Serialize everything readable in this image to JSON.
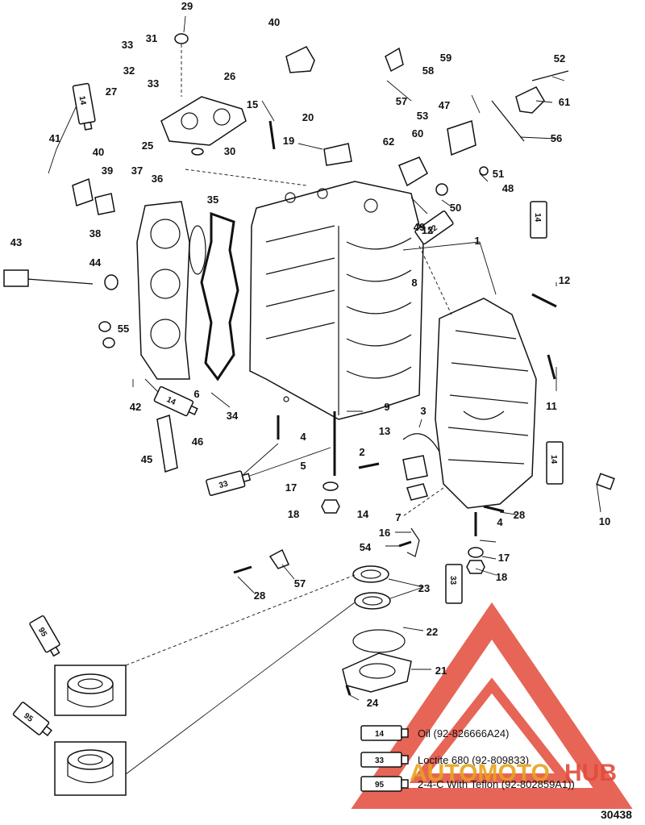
{
  "figure_number": "30438",
  "callouts": [
    "29",
    "40",
    "33",
    "31",
    "32",
    "33",
    "26",
    "27",
    "15",
    "20",
    "59",
    "52",
    "58",
    "57",
    "47",
    "53",
    "61",
    "60",
    "25",
    "30",
    "19",
    "56",
    "62",
    "41",
    "40",
    "39",
    "37",
    "36",
    "38",
    "51",
    "48",
    "35",
    "49",
    "50",
    "43",
    "44",
    "1",
    "12",
    "8",
    "12",
    "55",
    "42",
    "6",
    "34",
    "11",
    "9",
    "3",
    "4",
    "5",
    "13",
    "2",
    "46",
    "45",
    "17",
    "18",
    "14",
    "7",
    "28",
    "10",
    "16",
    "4",
    "54",
    "17",
    "18",
    "57",
    "28",
    "23",
    "22",
    "21",
    "24"
  ],
  "tube_labels": [
    "14",
    "14",
    "12",
    "14",
    "14",
    "33",
    "33",
    "95",
    "95",
    "14",
    "33",
    "95"
  ],
  "legend": [
    {
      "code": "14",
      "text": "Oil (92-826666A24)"
    },
    {
      "code": "33",
      "text": "Loctite 680 (92-809833)"
    },
    {
      "code": "95",
      "text": "2-4-C With Teflon (92-802859A1))"
    }
  ],
  "watermark": {
    "part1": "AUTOMOTO",
    "part2": "HUB",
    "color_main": "#e8a31c",
    "color_tri": "#d9342b"
  }
}
